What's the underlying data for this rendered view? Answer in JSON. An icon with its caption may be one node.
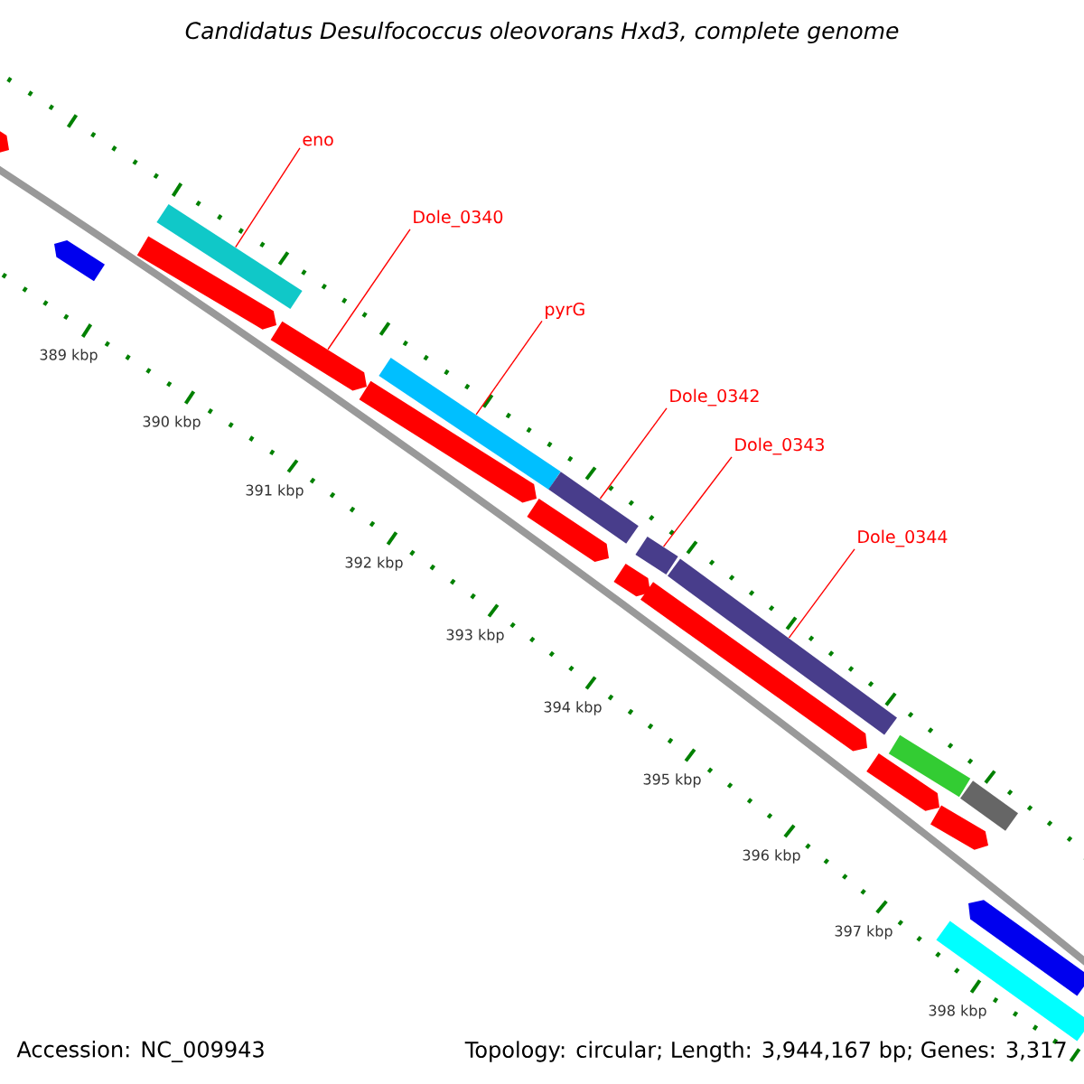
{
  "diagram": {
    "title": "Candidatus Desulfococcus oleovorans Hxd3, complete genome",
    "nodes": [
      {
        "text": [
          "eno"
        ]
      },
      {
        "text": [
          "Dole_0340"
        ]
      },
      {
        "text": [
          "pyrG"
        ]
      },
      {
        "text": [
          "Dole_0342"
        ]
      },
      {
        "text": [
          "Dole_0343"
        ]
      },
      {
        "text": [
          "Dole_0344"
        ]
      },
      {
        "text": [],
        "shape": "bar"
      },
      {
        "text": [],
        "shape": "arrow"
      },
      {
        "text": [],
        "shape": "bar"
      },
      {
        "text": [],
        "shape": "bar"
      },
      {
        "text": [],
        "shape": "bar"
      },
      {
        "text": [],
        "shape": "bar"
      },
      {
        "text": [],
        "shape": "arrow"
      },
      {
        "text": [],
        "shape": "arrow"
      },
      {
        "text": [],
        "shape": "arrow"
      },
      {
        "text": [],
        "shape": "arrow"
      },
      {
        "text": [],
        "shape": "arrow"
      },
      {
        "text": [],
        "shape": "arrow"
      },
      {
        "text": [],
        "shape": "arrow"
      },
      {
        "text": [],
        "shape": "arrow"
      },
      {
        "text": [],
        "shape": "arrow"
      },
      {
        "text": [],
        "shape": "bar"
      },
      {
        "text": [],
        "shape": "bar"
      },
      {
        "text": [],
        "shape": "bar"
      },
      {
        "text": [],
        "shape": "arrow"
      }
    ],
    "edges": [
      {
        "from": 0,
        "to": 6,
        "arrow": "none"
      },
      {
        "from": 1,
        "to": 7,
        "arrow": "none"
      },
      {
        "from": 2,
        "to": 8,
        "arrow": "none"
      },
      {
        "from": 3,
        "to": 9,
        "arrow": "none"
      },
      {
        "from": 4,
        "to": 10,
        "arrow": "none"
      },
      {
        "from": 5,
        "to": 11,
        "arrow": "none"
      }
    ],
    "labels": [
      "389 kbp",
      "390 kbp",
      "391 kbp",
      "392 kbp",
      "393 kbp",
      "394 kbp",
      "395 kbp",
      "396 kbp",
      "397 kbp",
      "398 kbp",
      "Accession: NC_009943",
      "Topology: circular; Length: 3,944,167 bp; Genes: 3,317"
    ]
  }
}
